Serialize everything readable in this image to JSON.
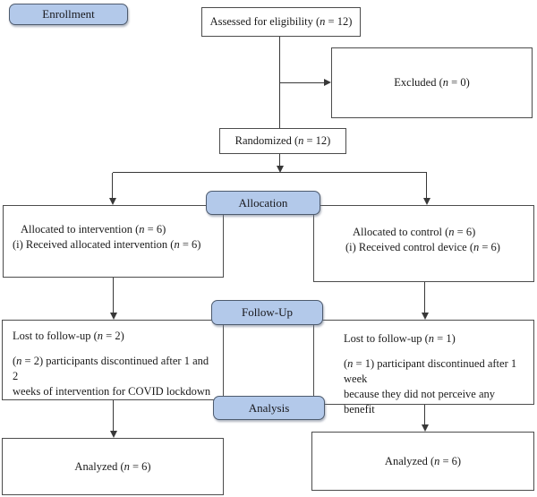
{
  "stage_labels": {
    "enrollment": "Enrollment",
    "allocation": "Allocation",
    "followup": "Follow-Up",
    "analysis": "Analysis"
  },
  "boxes": {
    "assessed": {
      "text": "Assessed for eligibility (*n* = 12)"
    },
    "excluded": {
      "text": "Excluded (*n* = 0)"
    },
    "randomized": {
      "text": "Randomized (*n* = 12)"
    },
    "alloc_intervention": {
      "line1": "Allocated to intervention (*n* = 6)",
      "line2": "(i) Received allocated intervention (*n* = 6)"
    },
    "alloc_control": {
      "line1": "Allocated to control (*n* = 6)",
      "line2": "(i) Received control device (*n* = 6)"
    },
    "followup_intervention": {
      "heading": "Lost to follow-up (*n* = 2)",
      "detail_line1": "(*n* = 2) participants discontinued after 1 and 2",
      "detail_line2": "weeks of intervention for COVID lockdown"
    },
    "followup_control": {
      "heading": "Lost to follow-up (*n* = 1)",
      "detail_line1": "(*n* = 1) participant discontinued after 1 week",
      "detail_line2": "because they did not perceive any benefit"
    },
    "analyzed_intervention": {
      "text": "Analyzed (*n* = 6)"
    },
    "analyzed_control": {
      "text": "Analyzed (*n* = 6)"
    }
  },
  "colors": {
    "label_fill": "#b3c9ea",
    "label_border": "#4e5b6e",
    "box_border": "#4c4c4c",
    "line": "#383838",
    "text": "#1a1a1a"
  }
}
